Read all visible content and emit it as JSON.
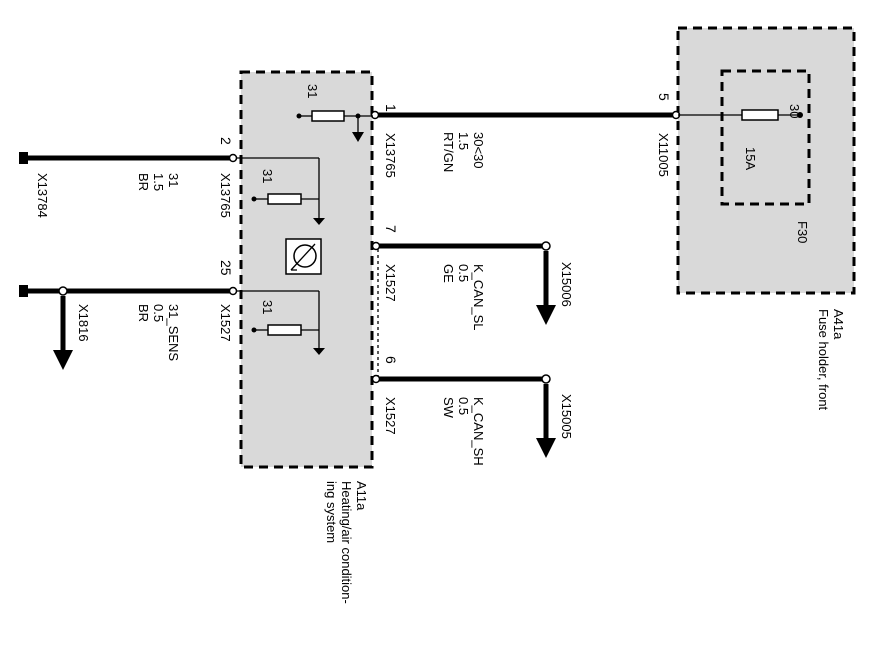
{
  "modules": {
    "hvac": {
      "id": "A11a",
      "name_line1": "Heating/air condition-",
      "name_line2": "ing system"
    },
    "fuse_holder": {
      "id": "A41a",
      "name": "Fuse holder, front"
    }
  },
  "fuse": {
    "id": "F30",
    "rating": "15A",
    "terminal": "30"
  },
  "connectors": [
    {
      "pin": "1",
      "conn": "X13765",
      "signal": "30<30",
      "size": "1.5",
      "color": "RT/GN"
    },
    {
      "pin": "5",
      "conn": "X11005"
    },
    {
      "pin": "2",
      "conn": "X13765",
      "signal": "31",
      "size": "1.5",
      "color": "BR"
    },
    {
      "pin": "25",
      "conn": "X1527",
      "signal": "31_SENS",
      "size": "0.5",
      "color": "BR"
    },
    {
      "pin": "7",
      "conn": "X1527",
      "signal": "K_CAN_SL",
      "size": "0.5",
      "color": "GE"
    },
    {
      "pin": "6",
      "conn": "X1527",
      "signal": "K_CAN_SH",
      "size": "0.5",
      "color": "SW"
    }
  ],
  "resistor_labels": [
    "31",
    "31",
    "31"
  ],
  "far_connectors": {
    "left_top": "X13784",
    "left_bottom": "X1816",
    "can_sl": "X15006",
    "can_sh": "X15005"
  }
}
